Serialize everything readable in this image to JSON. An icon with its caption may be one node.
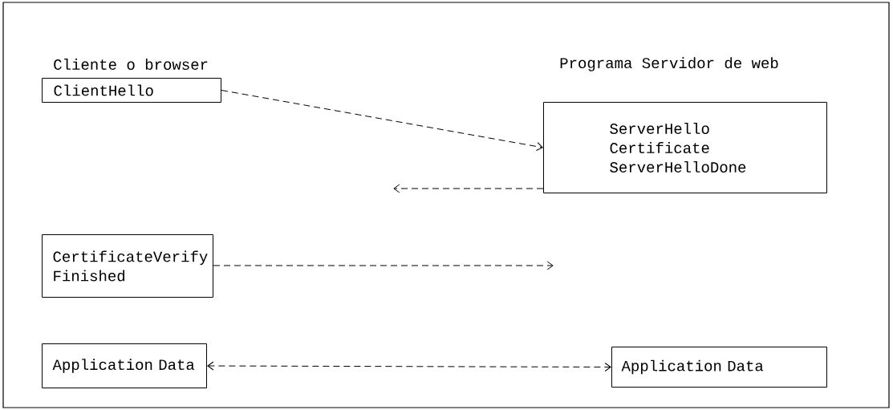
{
  "diagram": {
    "nodes": [
      {
        "text": [
          "ClientHello"
        ]
      },
      {
        "text": [
          "ServerHello",
          "Certificate",
          "ServerHelloDone"
        ]
      },
      {
        "text": [
          "CertificateVerify",
          "Finished"
        ]
      },
      {
        "text": [
          "Application Data"
        ]
      },
      {
        "text": [
          "Application Data"
        ]
      }
    ],
    "edges": [
      {
        "from": 0,
        "to": 1,
        "arrow": "to",
        "style": "dashed"
      },
      {
        "from": 1,
        "to": null,
        "arrow": "to",
        "style": "dashed"
      },
      {
        "from": 2,
        "to": null,
        "arrow": "to",
        "style": "dashed"
      },
      {
        "from": 3,
        "to": 4,
        "arrow": "both",
        "style": "dashed"
      }
    ],
    "labels": [
      "Cliente o browser",
      "Programa Servidor de web"
    ]
  }
}
